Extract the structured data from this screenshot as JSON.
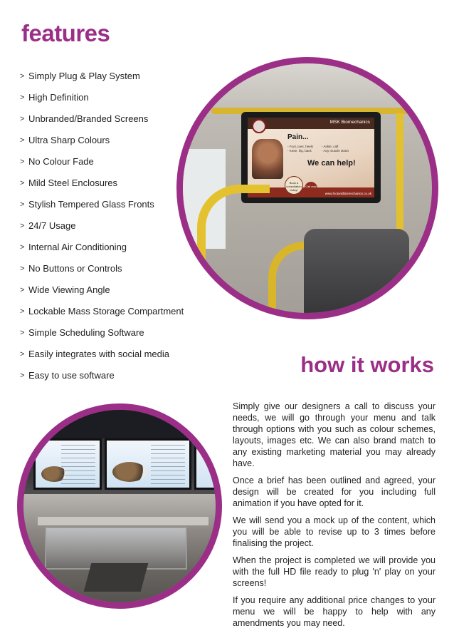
{
  "features": {
    "title": "features",
    "arrow": ">",
    "items": [
      "Simply Plug & Play System",
      "High Definition",
      "Unbranded/Branded Screens",
      "Ultra Sharp Colours",
      "No Colour Fade",
      "Mild Steel Enclosures",
      "Stylish Tempered Glass Fronts",
      "24/7 Usage",
      "Internal Air Conditioning",
      "No Buttons or Controls",
      "Wide Viewing Angle",
      "Lockable Mass Storage Compartment",
      "Simple Scheduling Software",
      "Easily integrates with social media",
      "Easy to use software"
    ]
  },
  "bus_ad": {
    "brand": "MSK Biomechanics",
    "headline": "Pain...",
    "symptoms_left": "- Foot, toes, heels\n- Knee, hip, back",
    "symptoms_right": "- Ankle, calf\n- Any muscle strain",
    "cta": "We can help!",
    "consult": "Book a consultation today!",
    "call": "Call now",
    "website": "www.footandbiomechanics.co.uk"
  },
  "how_it_works": {
    "title": "how it works",
    "paragraphs": [
      "Simply give our designers a call to discuss your needs, we will go through your menu and talk through options with you such as colour schemes, layouts, images etc. We can also brand match to any existing marketing material you may already have.",
      "Once a brief has been outlined and agreed, your design will be created for you including full animation if you have opted for it.",
      "We will send you a mock up of the content, which you will be able to revise up to 3 times before finalising the project.",
      "When the project is completed we will provide you with the full HD file ready to plug 'n' play on your screens!",
      "If you require any additional price changes to your menu we will be happy to help with any amendments you may need."
    ]
  },
  "colors": {
    "accent": "#9b2f87"
  }
}
